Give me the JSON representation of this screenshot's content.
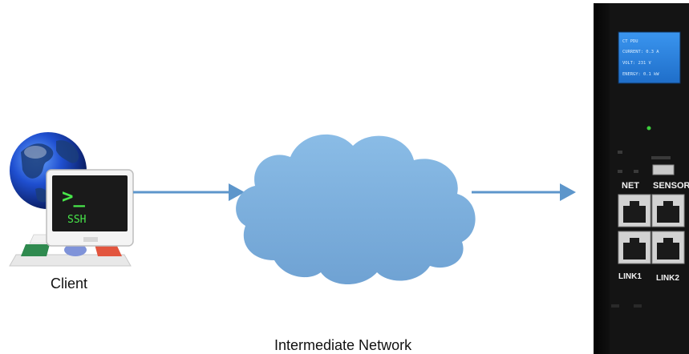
{
  "labels": {
    "client": "Client",
    "intermediate_network": "Intermediate Network"
  },
  "terminal": {
    "prompt": ">_",
    "text": "SSH"
  },
  "device": {
    "lcd_lines": [
      "CT PDU",
      "CURRENT: 0.3 A",
      "VOLT: 231 V",
      "ENERGY: 0.1 kW"
    ],
    "ports": {
      "net": "NET",
      "sensor": "SENSOR",
      "link1": "LINK1",
      "link2": "LINK2"
    }
  },
  "colors": {
    "arrow": "#5d96cb",
    "cloud": "#7fb0dc",
    "device_body": "#121212",
    "lcd": "#2d86df",
    "terminal_screen": "#1a1a1a",
    "terminal_text": "#48e64a"
  }
}
